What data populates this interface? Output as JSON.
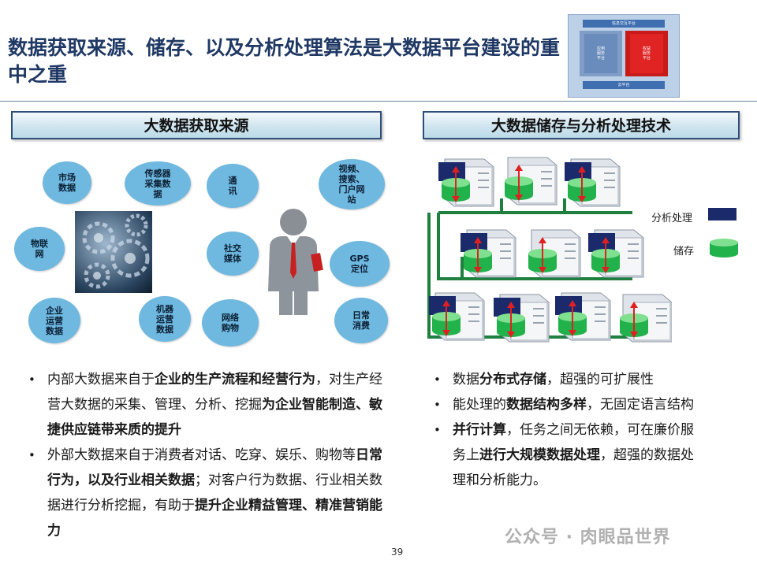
{
  "slide": {
    "title": "数据获取来源、储存、以及分析处理算法是大数据平台建设的重中之重",
    "page_number": "39"
  },
  "thumbnail": {
    "top_label": "信息交互平台",
    "left_label": "应用\n服务\n平台",
    "right_label": "权益\n服务\n平台",
    "bottom_label": "云平台"
  },
  "left_section": {
    "header": "大数据获取来源",
    "bubbles": [
      {
        "id": "market",
        "text": "市场\n数据"
      },
      {
        "id": "sensor",
        "text": "传感器\n采集数\n据"
      },
      {
        "id": "iot",
        "text": "物联\n网"
      },
      {
        "id": "enterprise-ops",
        "text": "企业\n运营\n数据"
      },
      {
        "id": "machine-ops",
        "text": "机器\n运营\n数据"
      },
      {
        "id": "comm",
        "text": "通\n讯"
      },
      {
        "id": "video",
        "text": "视频、\n搜索、\n门户网\n站"
      },
      {
        "id": "social",
        "text": "社交\n媒体"
      },
      {
        "id": "gps",
        "text": "GPS\n定位"
      },
      {
        "id": "shopping",
        "text": "网络\n购物"
      },
      {
        "id": "daily",
        "text": "日常\n消费"
      }
    ],
    "bullets": [
      [
        {
          "t": "内部大数据来自于",
          "b": false
        },
        {
          "t": "企业的生产流程和经营行为",
          "b": true
        },
        {
          "t": "，对生产经营大数据的采集、管理、分析、挖掘",
          "b": false
        },
        {
          "t": "为企业智能制造、敏捷供应链带来质的提升",
          "b": true
        }
      ],
      [
        {
          "t": "外部大数据来自于消费者对话、吃穿、娱乐、购物等",
          "b": false
        },
        {
          "t": "日常行为，以及行业相关数据",
          "b": true
        },
        {
          "t": "；对客户行为数据、行业相关数据进行分析挖掘，有助于",
          "b": false
        },
        {
          "t": "提升企业精益管理、精准营销能力",
          "b": true
        }
      ]
    ]
  },
  "right_section": {
    "header": "大数据储存与分析处理技术",
    "legend": [
      {
        "label": "分析处理",
        "color": "#1b2a6b"
      },
      {
        "label": "储存",
        "color": "#22b24c"
      }
    ],
    "bullets": [
      [
        {
          "t": "数据",
          "b": false
        },
        {
          "t": "分布式存储",
          "b": true
        },
        {
          "t": "，超强的可扩展性",
          "b": false
        }
      ],
      [
        {
          "t": "能处理的",
          "b": false
        },
        {
          "t": "数据结构多样",
          "b": true
        },
        {
          "t": "，无固定语言结构",
          "b": false
        }
      ],
      [
        {
          "t": "并行计算",
          "b": true
        },
        {
          "t": "，任务之间无依赖，可在廉价服务上",
          "b": false
        },
        {
          "t": "进行大规模数据处理",
          "b": true
        },
        {
          "t": "，超强的数据处理和分析能力。",
          "b": false
        }
      ]
    ]
  },
  "watermark": "公众号 · 肉眼品世界",
  "colors": {
    "title": "#1f3864",
    "bubble": "#6fb8e0",
    "header_border": "#2f4f7a",
    "cluster_line": "#1f7f3f",
    "processing": "#1b2a6b",
    "storage": "#22b24c",
    "arrow": "#e02020"
  }
}
